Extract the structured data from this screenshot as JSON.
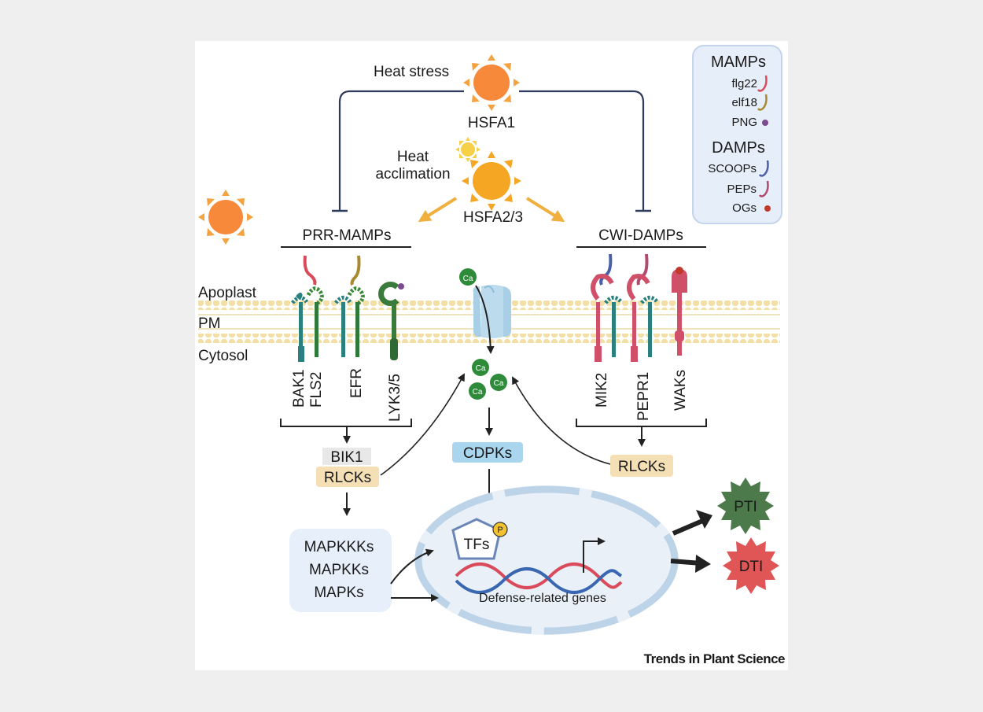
{
  "top": {
    "heat_stress": "Heat stress",
    "hsfa1": "HSFA1",
    "heat_acclimation_line1": "Heat",
    "heat_acclimation_line2": "acclimation",
    "hsfa23": "HSFA2/3"
  },
  "groups": {
    "left": "PRR-MAMPs",
    "right": "CWI-DAMPs"
  },
  "membrane": {
    "apoplast": "Apoplast",
    "pm": "PM",
    "cytosol": "Cytosol"
  },
  "receptors": {
    "left": [
      "BAK1",
      "FLS2",
      "EFR",
      "LYK3/5"
    ],
    "right": [
      "MIK2",
      "PEPR1",
      "WAKs"
    ]
  },
  "calcium": "Ca",
  "kinases": {
    "bik1": "BIK1",
    "rlcks_left": "RLCKs",
    "cdpks": "CDPKs",
    "rlcks_right": "RLCKs"
  },
  "mapk": [
    "MAPKKKs",
    "MAPKKs",
    "MAPKs"
  ],
  "nucleus": {
    "tfs": "TFs",
    "phospho": "P",
    "genes": "Defense-related genes"
  },
  "outcomes": {
    "pti": "PTI",
    "dti": "DTI"
  },
  "legend": {
    "mamps_title": "MAMPs",
    "mamps": [
      {
        "label": "flg22",
        "color": "#d94b5b",
        "icon": "hook"
      },
      {
        "label": "elf18",
        "color": "#a9892f",
        "icon": "hook"
      },
      {
        "label": "PNG",
        "color": "#7b4a8f",
        "icon": "dot"
      }
    ],
    "damps_title": "DAMPs",
    "damps": [
      {
        "label": "SCOOPs",
        "color": "#4a5fa8",
        "icon": "hook"
      },
      {
        "label": "PEPs",
        "color": "#b04a6e",
        "icon": "hook"
      },
      {
        "label": "OGs",
        "color": "#c0392b",
        "icon": "dot"
      }
    ]
  },
  "credit": "Trends in Plant Science",
  "colors": {
    "sun": "#f6893a",
    "sun_ray": "#f4a340",
    "sun_yellow": "#f5a623",
    "membrane": "#f3dfa6",
    "ca": "#2e8b3a",
    "rlck_box": "#f4e0b4",
    "cdpk_box": "#a9d6ee",
    "mapk_box": "#e6effa",
    "nucleus": "#e9f0f8",
    "pti": "#4c7a4a",
    "dti": "#e05555",
    "legend_bg": "#e6eef9"
  }
}
